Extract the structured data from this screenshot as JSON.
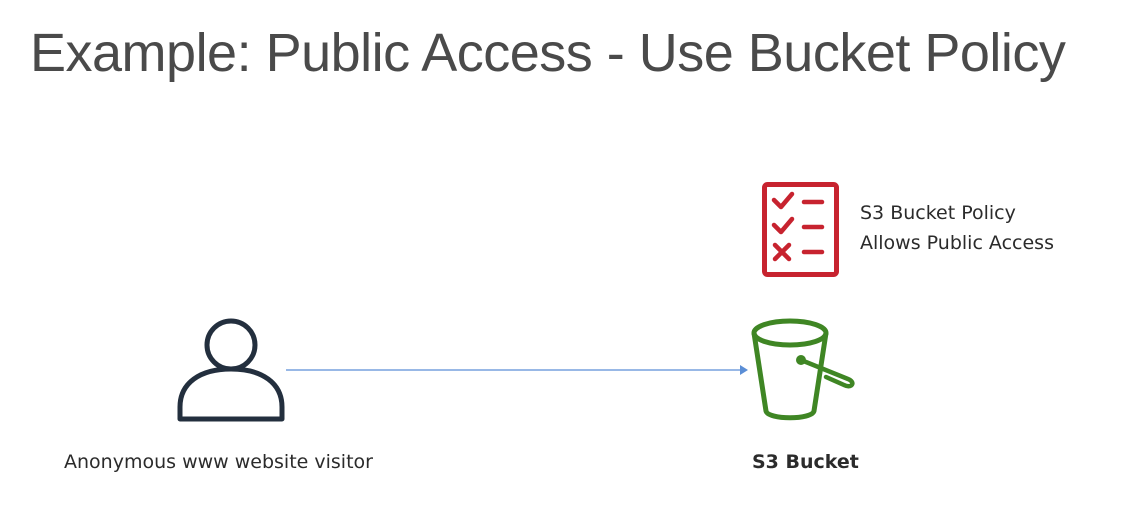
{
  "title": "Example: Public Access - Use Bucket Policy",
  "actor": {
    "label": "Anonymous www website visitor",
    "icon": "user-icon"
  },
  "policy": {
    "icon": "checklist-icon",
    "line1": "S3 Bucket Policy",
    "line2": "Allows Public Access",
    "color": "#c7232f"
  },
  "bucket": {
    "label": "S3 Bucket",
    "icon": "s3-bucket-icon",
    "color": "#3f8624"
  },
  "connector": {
    "color": "#5b8ed6"
  }
}
